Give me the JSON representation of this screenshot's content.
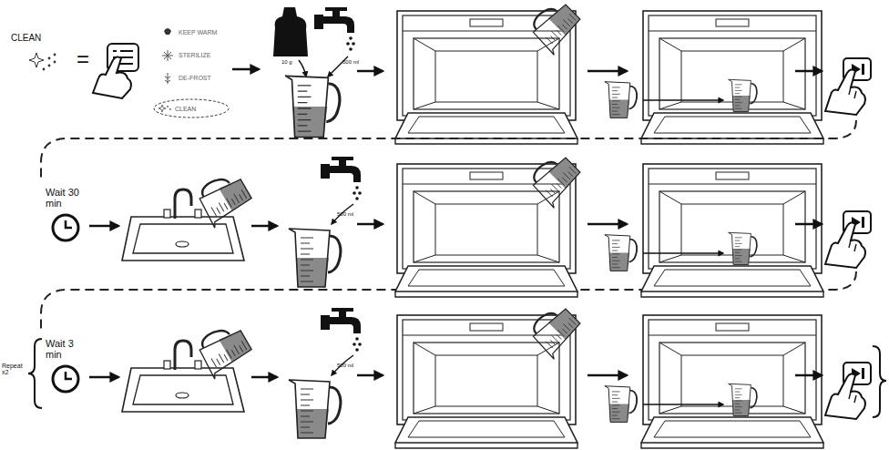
{
  "diagram": {
    "nodes": [
      {
        "text": [
          "CLEAN"
        ]
      }
    ],
    "labels": [
      "CLEAN",
      "=",
      "KEEP WARM",
      "STERILIZE",
      "DE-FROST",
      "10 g",
      "500 ml",
      "Wait 30 min",
      "500 ml",
      "Repeat x2",
      "Wait 3 min",
      "500 ml"
    ]
  }
}
